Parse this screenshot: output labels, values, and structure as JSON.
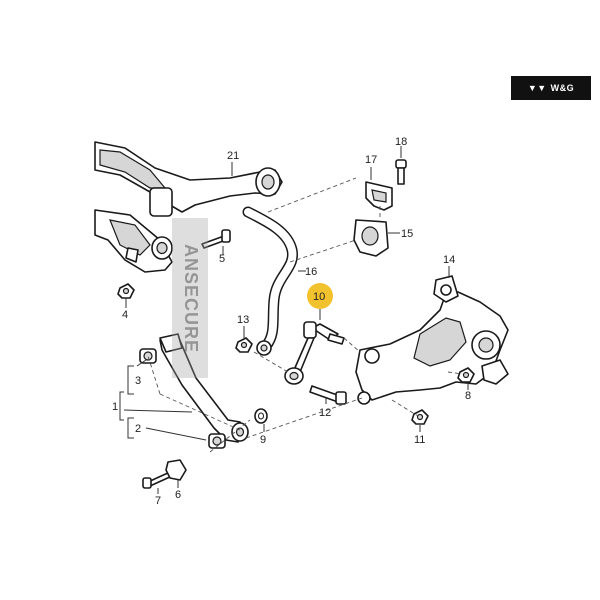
{
  "brand": {
    "logo_icon": "wg-logo-icon",
    "text": "W&G"
  },
  "watermark": {
    "text": "ANSECURE"
  },
  "highlight_color": "#f2c12e",
  "parts": {
    "p1": "1",
    "p2": "2",
    "p3": "3",
    "p4": "4",
    "p5": "5",
    "p6": "6",
    "p7": "7",
    "p8": "8",
    "p9": "9",
    "p10": "10",
    "p11": "11",
    "p12": "12",
    "p13": "13",
    "p14": "14",
    "p15": "15",
    "p16": "16",
    "p17": "17",
    "p18": "18",
    "p21": "21"
  }
}
